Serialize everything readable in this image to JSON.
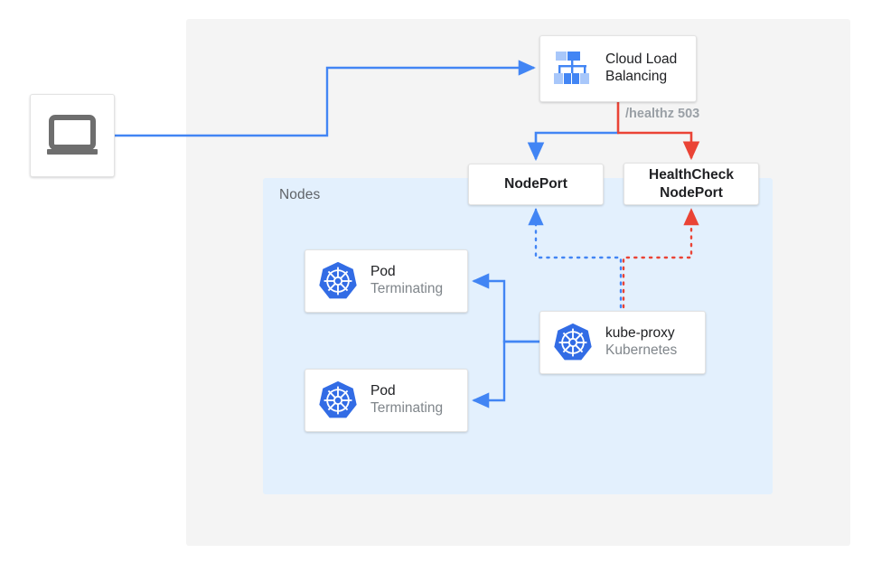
{
  "diagram": {
    "title": "Kubernetes NodePort health check draining diagram",
    "colors": {
      "blue": "#4285F4",
      "red": "#EA4335",
      "k8s_blue": "#326CE5",
      "outer_region_bg": "#F4F4F4",
      "nodes_region_bg": "#E3F0FD",
      "card_bg": "#FFFFFF",
      "text_primary": "#202124",
      "text_secondary": "#80868B",
      "label_gray": "#9AA0A6"
    },
    "regions": {
      "outer": {
        "label": ""
      },
      "nodes": {
        "label": "Nodes"
      }
    },
    "nodes_list": [
      {
        "id": "client",
        "icon": "laptop-icon",
        "title": "",
        "subtitle": ""
      },
      {
        "id": "cloud-load-balancing",
        "icon": "cloud-load-balancing-icon",
        "title": "Cloud Load",
        "title_line2": "Balancing",
        "subtitle": ""
      },
      {
        "id": "nodeport",
        "icon": "",
        "title": "NodePort",
        "subtitle": ""
      },
      {
        "id": "healthcheck-nodeport",
        "icon": "",
        "title": "HealthCheck",
        "title_line2": "NodePort",
        "subtitle": ""
      },
      {
        "id": "pod-1",
        "icon": "kubernetes-icon",
        "title": "Pod",
        "subtitle": "Terminating"
      },
      {
        "id": "pod-2",
        "icon": "kubernetes-icon",
        "title": "Pod",
        "subtitle": "Terminating"
      },
      {
        "id": "kube-proxy",
        "icon": "kubernetes-icon",
        "title": "kube-proxy",
        "subtitle": "Kubernetes"
      }
    ],
    "edges": [
      {
        "from": "client",
        "to": "cloud-load-balancing",
        "color": "#4285F4",
        "style": "solid",
        "label": ""
      },
      {
        "from": "cloud-load-balancing",
        "to": "nodeport",
        "color": "#4285F4",
        "style": "solid",
        "label": ""
      },
      {
        "from": "cloud-load-balancing",
        "to": "healthcheck-nodeport",
        "color": "#EA4335",
        "style": "solid",
        "label": "/healthz 503"
      },
      {
        "from": "kube-proxy",
        "to": "nodeport",
        "color": "#4285F4",
        "style": "dotted",
        "label": ""
      },
      {
        "from": "kube-proxy",
        "to": "healthcheck-nodeport",
        "color": "#EA4335",
        "style": "dotted",
        "label": ""
      },
      {
        "from": "kube-proxy",
        "to": "pod-1",
        "color": "#4285F4",
        "style": "solid",
        "label": ""
      },
      {
        "from": "kube-proxy",
        "to": "pod-2",
        "color": "#4285F4",
        "style": "solid",
        "label": ""
      }
    ],
    "edge_labels": {
      "healthz": "/healthz 503"
    }
  }
}
